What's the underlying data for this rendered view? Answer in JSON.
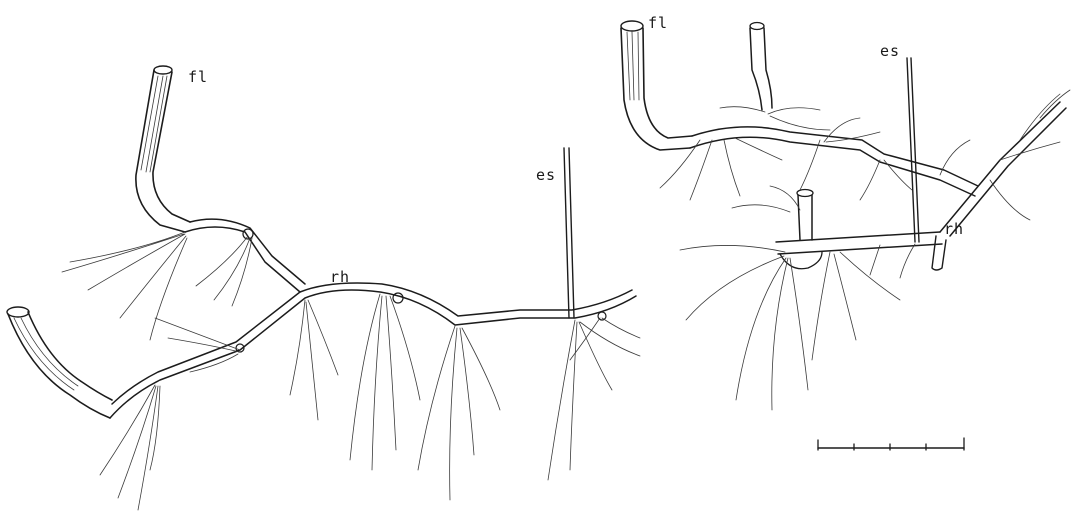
{
  "figure": {
    "left_specimen": {
      "labels": {
        "fl": "fl",
        "rh": "rh",
        "es": "es"
      }
    },
    "right_specimen": {
      "labels": {
        "fl": "fl",
        "rh": "rh",
        "es": "es"
      }
    },
    "scale_bar": {
      "subdivisions": 4
    }
  }
}
